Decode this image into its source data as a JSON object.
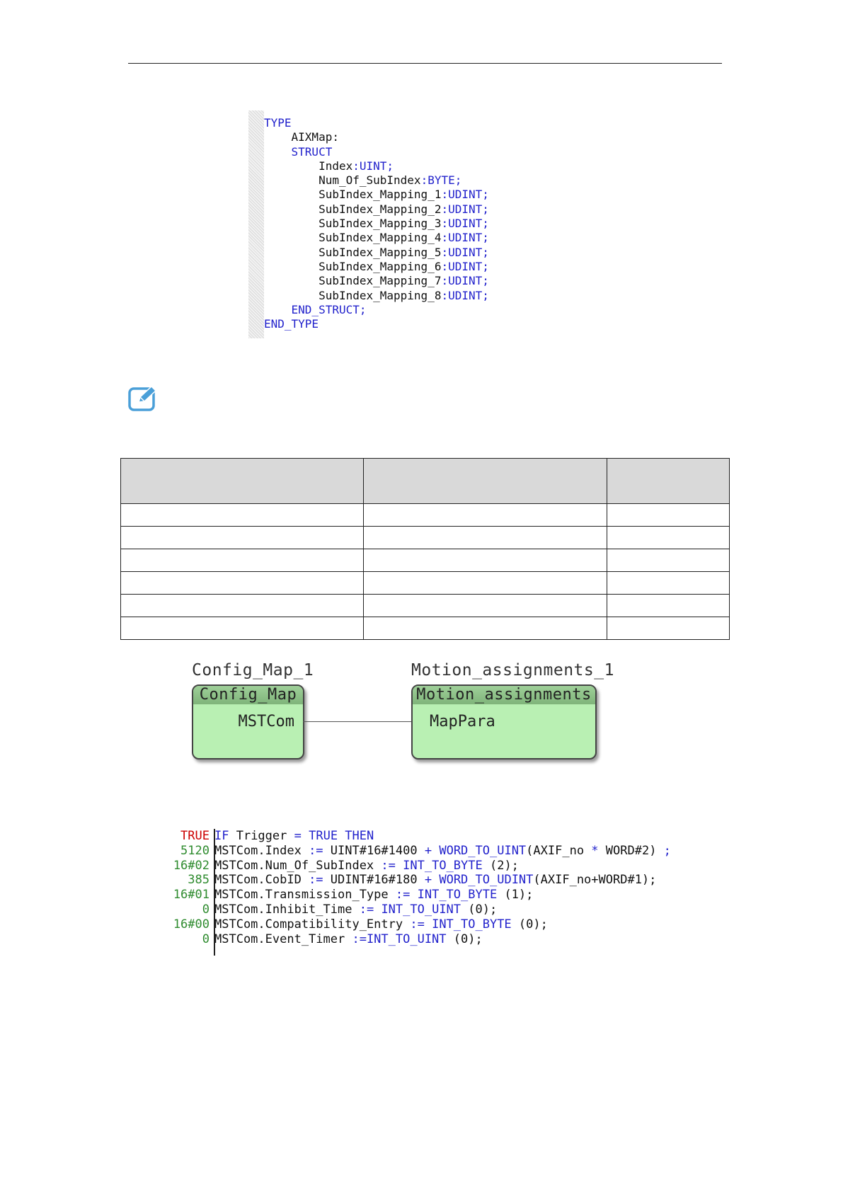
{
  "type_code": [
    [
      {
        "t": "TYPE",
        "k": 1
      }
    ],
    [
      {
        "t": "    AIXMap:",
        "k": 0
      }
    ],
    [
      {
        "t": "    STRUCT",
        "k": 1
      }
    ],
    [
      {
        "t": "        Index",
        "k": 0
      },
      {
        "t": ":UINT;",
        "k": 1
      }
    ],
    [
      {
        "t": "        Num_Of_SubIndex",
        "k": 0
      },
      {
        "t": ":BYTE;",
        "k": 1
      }
    ],
    [
      {
        "t": "        SubIndex_Mapping_1",
        "k": 0
      },
      {
        "t": ":UDINT;",
        "k": 1
      }
    ],
    [
      {
        "t": "        SubIndex_Mapping_2",
        "k": 0
      },
      {
        "t": ":UDINT;",
        "k": 1
      }
    ],
    [
      {
        "t": "        SubIndex_Mapping_3",
        "k": 0
      },
      {
        "t": ":UDINT;",
        "k": 1
      }
    ],
    [
      {
        "t": "        SubIndex_Mapping_4",
        "k": 0
      },
      {
        "t": ":UDINT;",
        "k": 1
      }
    ],
    [
      {
        "t": "        SubIndex_Mapping_5",
        "k": 0
      },
      {
        "t": ":UDINT;",
        "k": 1
      }
    ],
    [
      {
        "t": "        SubIndex_Mapping_6",
        "k": 0
      },
      {
        "t": ":UDINT;",
        "k": 1
      }
    ],
    [
      {
        "t": "        SubIndex_Mapping_7",
        "k": 0
      },
      {
        "t": ":UDINT;",
        "k": 1
      }
    ],
    [
      {
        "t": "        SubIndex_Mapping_8",
        "k": 0
      },
      {
        "t": ":UDINT;",
        "k": 1
      }
    ],
    [
      {
        "t": "    END_STRUCT;",
        "k": 1
      }
    ],
    [
      {
        "t": "END_TYPE",
        "k": 1
      }
    ]
  ],
  "table": {
    "header": [
      "",
      "",
      ""
    ],
    "rows": [
      [
        "",
        "",
        ""
      ],
      [
        "",
        "",
        ""
      ],
      [
        "",
        "",
        ""
      ],
      [
        "",
        "",
        ""
      ],
      [
        "",
        "",
        ""
      ],
      [
        "",
        "",
        ""
      ]
    ]
  },
  "diagram": {
    "left_instance": "Config_Map_1",
    "left_type": "Config_Map",
    "left_port": "MSTCom",
    "right_instance": "Motion_assignments_1",
    "right_type": "Motion_assignments",
    "right_port": "MapPara"
  },
  "st_code": [
    {
      "val": "TRUE",
      "red": true,
      "parts": [
        {
          "t": "IF",
          "k": 1
        },
        {
          "t": " Trigger ",
          "k": 0
        },
        {
          "t": "=",
          "k": 1
        },
        {
          "t": " ",
          "k": 0
        },
        {
          "t": "TRUE THEN",
          "k": 1
        }
      ]
    },
    {
      "val": "5120",
      "parts": [
        {
          "t": "MSTCom.Index ",
          "k": 0
        },
        {
          "t": ":=",
          "k": 1
        },
        {
          "t": " UINT#16#1400 ",
          "k": 0
        },
        {
          "t": "+",
          "k": 1
        },
        {
          "t": " ",
          "k": 0
        },
        {
          "t": "WORD_TO_UINT",
          "k": 1
        },
        {
          "t": "(AXIF_no ",
          "k": 0
        },
        {
          "t": "*",
          "k": 1
        },
        {
          "t": " WORD#2) ",
          "k": 0
        },
        {
          "t": ";",
          "k": 1
        }
      ]
    },
    {
      "val": "16#02",
      "parts": [
        {
          "t": "MSTCom.Num_Of_SubIndex ",
          "k": 0
        },
        {
          "t": ":=",
          "k": 1
        },
        {
          "t": " ",
          "k": 0
        },
        {
          "t": "INT_TO_BYTE",
          "k": 1
        },
        {
          "t": " (2);",
          "k": 0
        }
      ]
    },
    {
      "val": "385",
      "parts": [
        {
          "t": "MSTCom.CobID ",
          "k": 0
        },
        {
          "t": ":=",
          "k": 1
        },
        {
          "t": " UDINT#16#180 ",
          "k": 0
        },
        {
          "t": "+",
          "k": 1
        },
        {
          "t": " ",
          "k": 0
        },
        {
          "t": "WORD_TO_UDINT",
          "k": 1
        },
        {
          "t": "(AXIF_no+WORD#1);",
          "k": 0
        }
      ]
    },
    {
      "val": "16#01",
      "parts": [
        {
          "t": "MSTCom.Transmission_Type ",
          "k": 0
        },
        {
          "t": ":=",
          "k": 1
        },
        {
          "t": " ",
          "k": 0
        },
        {
          "t": "INT_TO_BYTE",
          "k": 1
        },
        {
          "t": " (1);",
          "k": 0
        }
      ]
    },
    {
      "val": "0",
      "parts": [
        {
          "t": "MSTCom.Inhibit_Time ",
          "k": 0
        },
        {
          "t": ":=",
          "k": 1
        },
        {
          "t": " ",
          "k": 0
        },
        {
          "t": "INT_TO_UINT",
          "k": 1
        },
        {
          "t": " (0);",
          "k": 0
        }
      ]
    },
    {
      "val": "16#00",
      "parts": [
        {
          "t": "MSTCom.Compatibility_Entry ",
          "k": 0
        },
        {
          "t": ":=",
          "k": 1
        },
        {
          "t": " ",
          "k": 0
        },
        {
          "t": "INT_TO_BYTE",
          "k": 1
        },
        {
          "t": " (0);",
          "k": 0
        }
      ]
    },
    {
      "val": "0",
      "parts": [
        {
          "t": "MSTCom.Event_Timer ",
          "k": 0
        },
        {
          "t": ":=INT_TO_UINT",
          "k": 1
        },
        {
          "t": " (0);",
          "k": 0
        }
      ]
    }
  ],
  "icons": {
    "note": "edit-note-icon"
  },
  "colors": {
    "keyword": "#2222cc",
    "watch_value": "#2e8b2e",
    "watch_true": "#cc0000",
    "block_fill": "#b9f0b3"
  }
}
